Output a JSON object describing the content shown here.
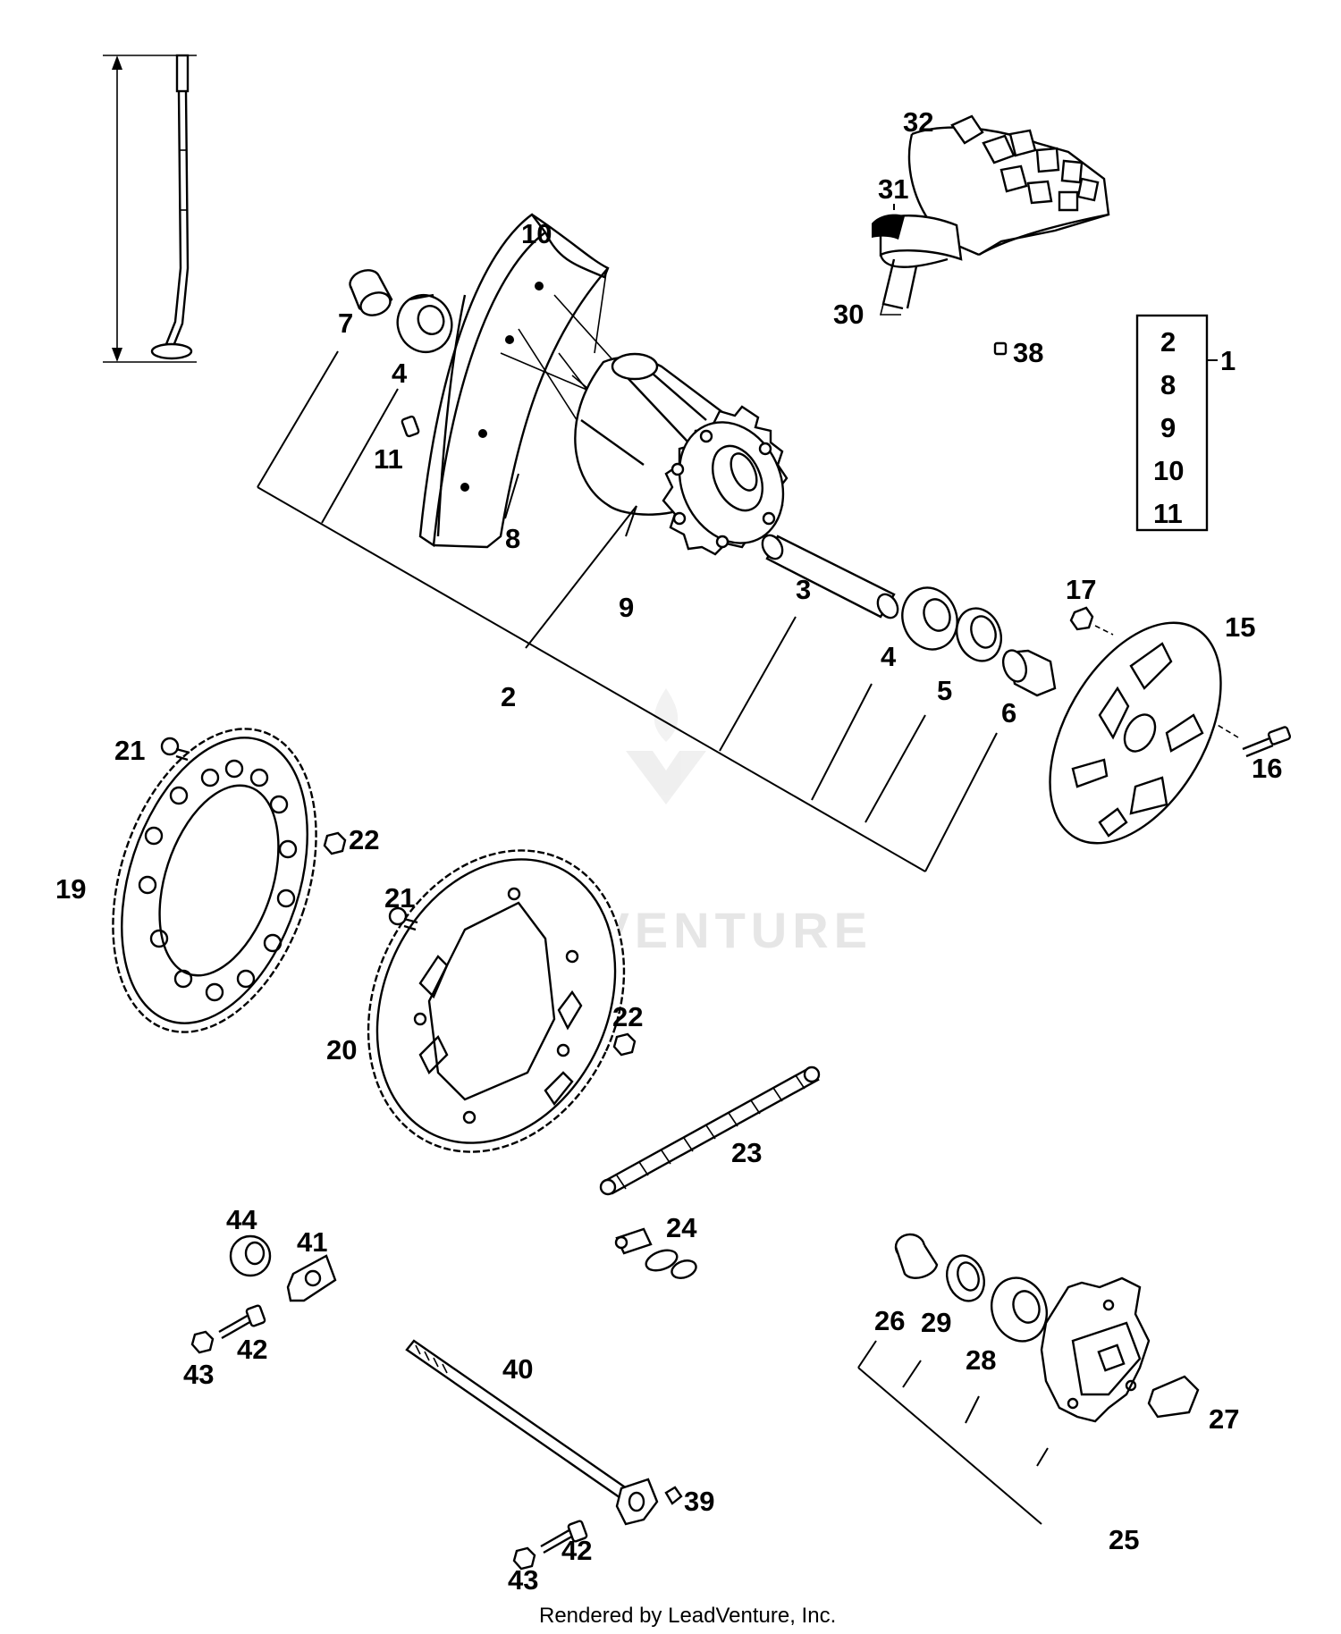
{
  "diagram": {
    "callouts": [
      {
        "id": "c32",
        "text": "32"
      },
      {
        "id": "c31",
        "text": "31"
      },
      {
        "id": "c30",
        "text": "30"
      },
      {
        "id": "c10",
        "text": "10"
      },
      {
        "id": "c7",
        "text": "7"
      },
      {
        "id": "c4a",
        "text": "4"
      },
      {
        "id": "c11",
        "text": "11"
      },
      {
        "id": "c8",
        "text": "8"
      },
      {
        "id": "c9",
        "text": "9"
      },
      {
        "id": "c2",
        "text": "2"
      },
      {
        "id": "c3",
        "text": "3"
      },
      {
        "id": "c4b",
        "text": "4"
      },
      {
        "id": "c5",
        "text": "5"
      },
      {
        "id": "c6",
        "text": "6"
      },
      {
        "id": "c38",
        "text": "38"
      },
      {
        "id": "c17",
        "text": "17"
      },
      {
        "id": "c15",
        "text": "15"
      },
      {
        "id": "c16",
        "text": "16"
      },
      {
        "id": "c21a",
        "text": "21"
      },
      {
        "id": "c22a",
        "text": "22"
      },
      {
        "id": "c19",
        "text": "19"
      },
      {
        "id": "c21b",
        "text": "21"
      },
      {
        "id": "c22b",
        "text": "22"
      },
      {
        "id": "c20",
        "text": "20"
      },
      {
        "id": "c23",
        "text": "23"
      },
      {
        "id": "c24",
        "text": "24"
      },
      {
        "id": "c44",
        "text": "44"
      },
      {
        "id": "c41",
        "text": "41"
      },
      {
        "id": "c42a",
        "text": "42"
      },
      {
        "id": "c43a",
        "text": "43"
      },
      {
        "id": "c40",
        "text": "40"
      },
      {
        "id": "c39",
        "text": "39"
      },
      {
        "id": "c42b",
        "text": "42"
      },
      {
        "id": "c43b",
        "text": "43"
      },
      {
        "id": "c26",
        "text": "26"
      },
      {
        "id": "c29",
        "text": "29"
      },
      {
        "id": "c28",
        "text": "28"
      },
      {
        "id": "c27",
        "text": "27"
      },
      {
        "id": "c25",
        "text": "25"
      }
    ],
    "assembly_box": {
      "items": [
        "2",
        "8",
        "9",
        "10",
        "11"
      ],
      "assembly_label": "1"
    },
    "watermark": "LEADVENTURE"
  },
  "footer": {
    "text": "Rendered by LeadVenture, Inc."
  }
}
